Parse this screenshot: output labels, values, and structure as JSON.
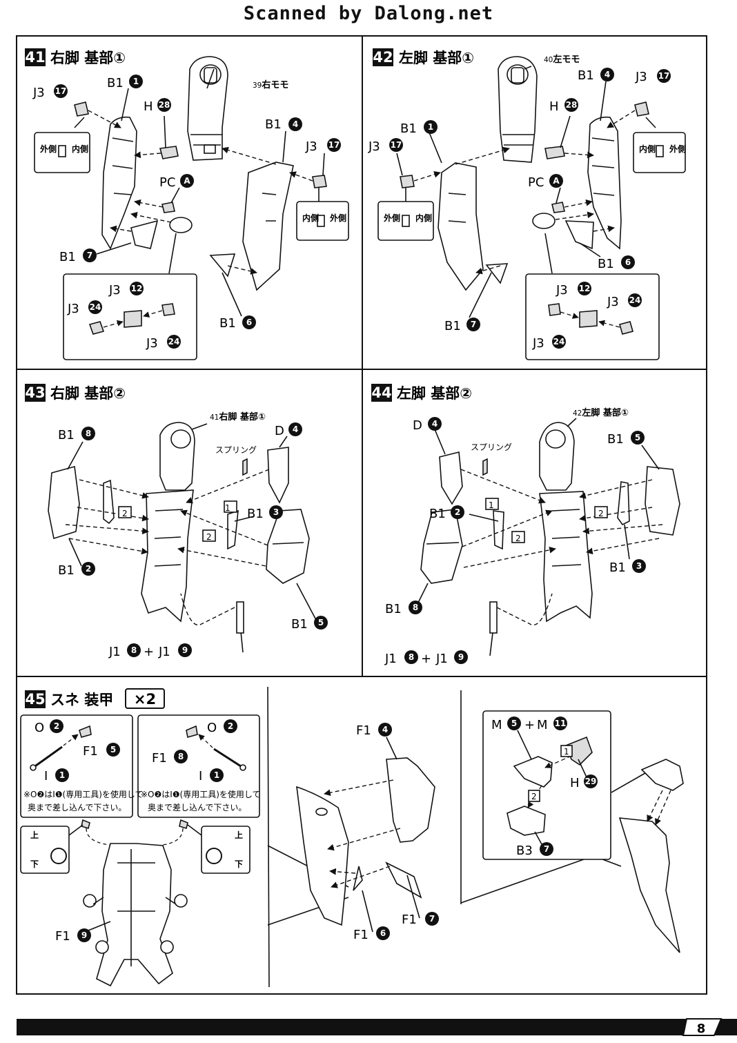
{
  "watermark": "Scanned by Dalong.net",
  "page_number": "8",
  "steps": {
    "s41": {
      "num": "41",
      "title": "右脚 基部①"
    },
    "s42": {
      "num": "42",
      "title": "左脚 基部①"
    },
    "s43": {
      "num": "43",
      "title": "右脚 基部②"
    },
    "s44": {
      "num": "44",
      "title": "左脚 基部②"
    },
    "s45": {
      "num": "45",
      "title": "スネ 装甲",
      "times": "×2"
    }
  },
  "refs": {
    "r39": {
      "num": "39",
      "text": "右モモ"
    },
    "r40": {
      "num": "40",
      "text": "左モモ"
    },
    "r41": {
      "num": "41",
      "text": "右脚 基部①"
    },
    "r42": {
      "num": "42",
      "text": "左脚 基部①"
    }
  },
  "inout": {
    "outer": "外側",
    "inner": "内側"
  },
  "spring": "スプリング",
  "note": [
    "※O❷はI❶(専用工具)を使用して",
    "奥まで差し込んで下さい。"
  ],
  "updown": {
    "up": "上",
    "down": "下"
  },
  "order": {
    "one": "1",
    "two": "2"
  },
  "parts": {
    "J3": "J3",
    "B1": "B1",
    "H": "H",
    "PC": "PC",
    "D": "D",
    "J1": "J1",
    "O": "O",
    "I": "I",
    "F1": "F1",
    "M": "M",
    "B3": "B3",
    "n1": "1",
    "n2": "2",
    "n3": "3",
    "n4": "4",
    "n5": "5",
    "n6": "6",
    "n7": "7",
    "n8": "8",
    "n9": "9",
    "n11": "11",
    "n12": "12",
    "n17": "17",
    "n24": "24",
    "n28": "28",
    "n29": "29",
    "A": "A",
    "plus": "+"
  }
}
